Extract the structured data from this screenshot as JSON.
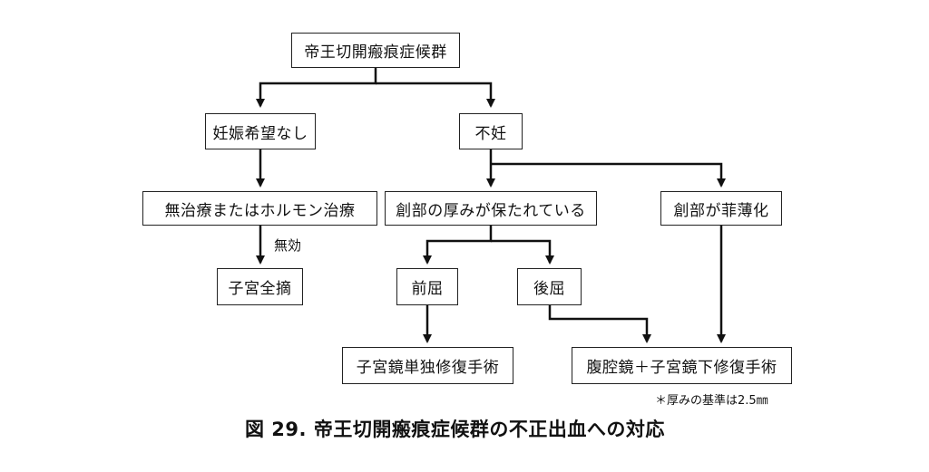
{
  "nodes": {
    "root": "帝王切開瘢痕症候群",
    "no_pregnancy_wish": "妊娠希望なし",
    "infertility": "不妊",
    "treatment": "無治療またはホルモン治療",
    "hysterectomy": "子宮全摘",
    "thick_scar": "創部の厚みが保たれている",
    "thin_scar": "創部が菲薄化",
    "anteflexion": "前屈",
    "retroflexion": "後屈",
    "hysteroscopic_repair": "子宮鏡単独修復手術",
    "laparoscopic_repair": "腹腔鏡＋子宮鏡下修復手術"
  },
  "edge_labels": {
    "ineffective": "無効"
  },
  "note": "＊厚みの基準は2.5㎜",
  "caption": "図 29.  帝王切開瘢痕症候群の不正出血への対応"
}
